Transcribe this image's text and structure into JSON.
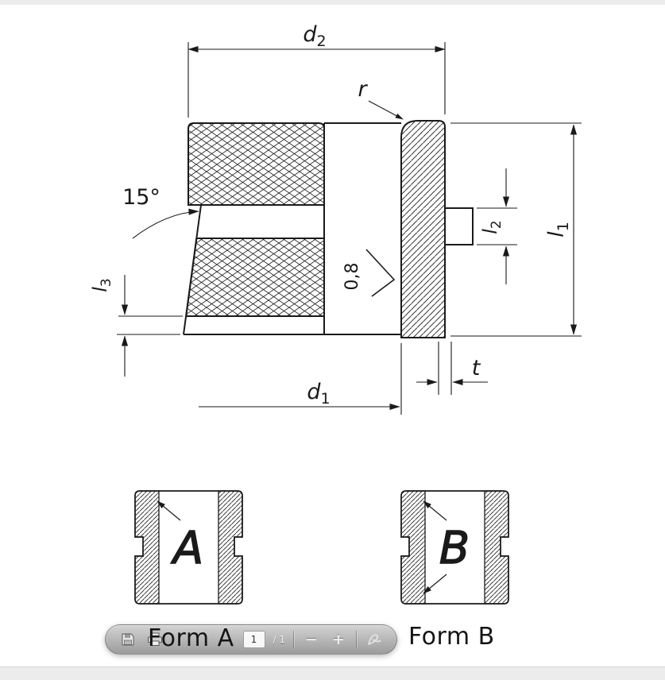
{
  "drawing": {
    "dims": {
      "d2": {
        "base": "d",
        "sub": "2"
      },
      "d1": {
        "base": "d",
        "sub": "1"
      },
      "l1": {
        "base": "l",
        "sub": "1"
      },
      "l2": {
        "base": "l",
        "sub": "2"
      },
      "l3": {
        "base": "l",
        "sub": "3"
      },
      "r": "r",
      "t": "t",
      "angle": "15°",
      "roughness": "0,8"
    },
    "forms": {
      "a_letter": "A",
      "b_letter": "B",
      "a_caption": "Form A",
      "b_caption": "Form B"
    },
    "colors": {
      "line": "#1a1a1a",
      "background": "#ffffff"
    }
  },
  "toolbar": {
    "page_current": "1",
    "page_total": "/ 1",
    "zoom_out_glyph": "−",
    "zoom_in_glyph": "+",
    "icons": [
      "save-icon",
      "print-icon",
      "zoom-out-icon",
      "zoom-in-icon",
      "acrobat-icon"
    ]
  }
}
